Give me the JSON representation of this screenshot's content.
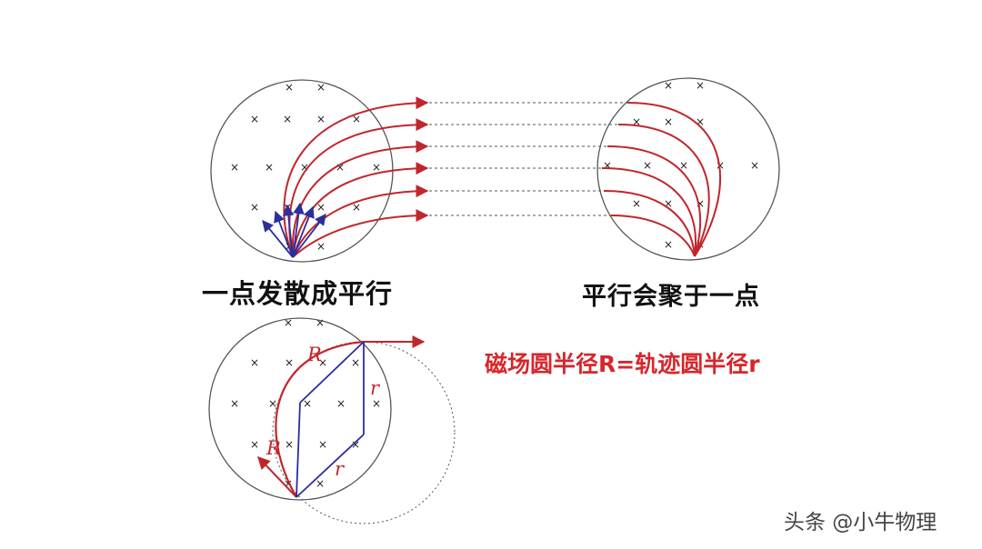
{
  "captions": {
    "left": "一点发散成平行",
    "right": "平行会聚于一点",
    "equation": "磁场圆半径R=轨迹圆半径r"
  },
  "symbols": {
    "R_top": "R",
    "R_bottom": "R",
    "r_side": "r",
    "r_bottom": "r",
    "field_mark": "×"
  },
  "watermark": "头条 @小牛物理",
  "colors": {
    "trajectory": "#c0272d",
    "velocity": "#2a2f9a",
    "circle": "#555555",
    "equation": "#d7262b"
  }
}
